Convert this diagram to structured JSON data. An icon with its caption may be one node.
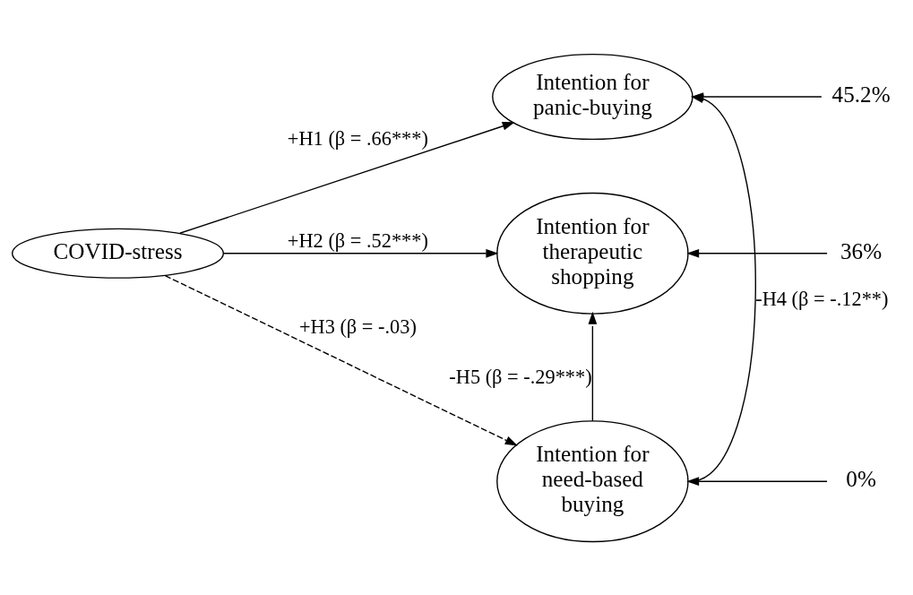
{
  "diagram": {
    "nodes": [
      {
        "text": [
          "COVID-stress"
        ]
      },
      {
        "text": [
          "Intention for panic-buying"
        ]
      },
      {
        "text": [
          "Intention for therapeutic shopping"
        ]
      },
      {
        "text": [
          "Intention for need-based buying"
        ]
      },
      {
        "text": [
          "45.2%"
        ]
      },
      {
        "text": [
          "36%"
        ]
      },
      {
        "text": [
          "0%"
        ]
      }
    ],
    "edges": [
      {
        "from": 0,
        "to": 1,
        "arrow": "to",
        "label": "+H1 (β = .66***)"
      },
      {
        "from": 0,
        "to": 2,
        "arrow": "to",
        "label": "+H2 (β = .52***)"
      },
      {
        "from": 0,
        "to": 3,
        "arrow": "to",
        "label": "+H3 (β = -.03)",
        "style": "dashed"
      },
      {
        "from": 3,
        "to": 1,
        "arrow": "to",
        "label": "-H4 (β = -.12**)"
      },
      {
        "from": 3,
        "to": 2,
        "arrow": "to",
        "label": "-H5 (β = -.29***)"
      },
      {
        "from": 4,
        "to": 1,
        "arrow": "to"
      },
      {
        "from": 5,
        "to": 2,
        "arrow": "to"
      },
      {
        "from": 6,
        "to": 3,
        "arrow": "to"
      }
    ]
  }
}
